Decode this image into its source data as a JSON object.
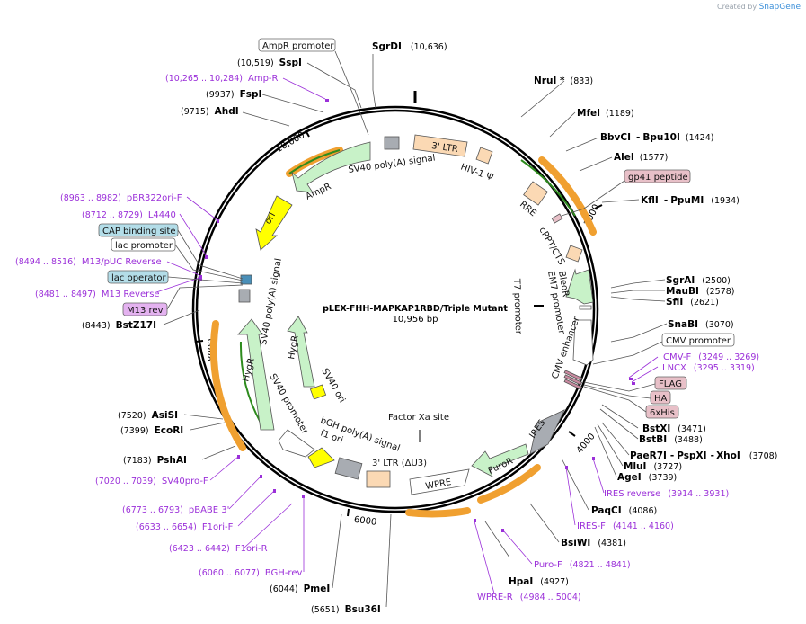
{
  "credit": {
    "prefix": "Created by",
    "brand": "SnapGene"
  },
  "title": "pLEX-FHH-MAPKAP1RBD/Triple Mutant",
  "size": "10,956 bp",
  "ticks": [
    "2000",
    "4000",
    "6000",
    "8000",
    "10,000"
  ],
  "enzymes": [
    {
      "name": "SgrDI",
      "pos": "(10,636)"
    },
    {
      "name": "SspI",
      "pos": "(10,519)"
    },
    {
      "name": "FspI",
      "pos": "(9937)"
    },
    {
      "name": "AhdI",
      "pos": "(9715)"
    },
    {
      "name": "NruI *",
      "pos": "(833)"
    },
    {
      "name": "MfeI",
      "pos": "(1189)"
    },
    {
      "name": "BbvCI",
      "sep": "-",
      "name2": "Bpu10I",
      "pos": "(1424)"
    },
    {
      "name": "AleI",
      "pos": "(1577)"
    },
    {
      "name": "KflI",
      "sep": "-",
      "name2": "PpuMI",
      "pos": "(1934)"
    },
    {
      "name": "SgrAI",
      "pos": "(2500)"
    },
    {
      "name": "MauBI",
      "pos": "(2578)"
    },
    {
      "name": "SfiI",
      "pos": "(2621)"
    },
    {
      "name": "SnaBI",
      "pos": "(3070)"
    },
    {
      "name": "BstXI",
      "pos": "(3471)"
    },
    {
      "name": "BstBI",
      "pos": "(3488)"
    },
    {
      "name": "PaeR7I",
      "sep": "-",
      "name2": "PspXI",
      "sep2": "-",
      "name3": "XhoI",
      "pos": "(3708)"
    },
    {
      "name": "MluI",
      "pos": "(3727)"
    },
    {
      "name": "AgeI",
      "pos": "(3739)"
    },
    {
      "name": "PaqCI",
      "pos": "(4086)"
    },
    {
      "name": "BsiWI",
      "pos": "(4381)"
    },
    {
      "name": "HpaI",
      "pos": "(4927)"
    },
    {
      "name": "Bsu36I",
      "pos": "(5651)"
    },
    {
      "name": "PmeI",
      "pos": "(6044)"
    },
    {
      "name": "PshAI",
      "pos": "(7183)"
    },
    {
      "name": "EcoRI",
      "pos": "(7399)"
    },
    {
      "name": "AsiSI",
      "pos": "(7520)"
    },
    {
      "name": "BstZ17I",
      "pos": "(8443)"
    }
  ],
  "primers": [
    {
      "name": "Amp-R",
      "pos": "(10,265 .. 10,284)"
    },
    {
      "name": "pBR322ori-F",
      "pos": "(8963 .. 8982)"
    },
    {
      "name": "L4440",
      "pos": "(8712 .. 8729)"
    },
    {
      "name": "M13/pUC Reverse",
      "pos": "(8494 .. 8516)"
    },
    {
      "name": "M13 Reverse",
      "pos": "(8481 .. 8497)"
    },
    {
      "name": "CMV-F",
      "pos": "(3249 .. 3269)"
    },
    {
      "name": "LNCX",
      "pos": "(3295 .. 3319)"
    },
    {
      "name": "IRES reverse",
      "pos": "(3914 .. 3931)"
    },
    {
      "name": "IRES-F",
      "pos": "(4141 .. 4160)"
    },
    {
      "name": "Puro-F",
      "pos": "(4821 .. 4841)"
    },
    {
      "name": "WPRE-R",
      "pos": "(4984 .. 5004)"
    },
    {
      "name": "SV40pro-F",
      "pos": "(7020 .. 7039)"
    },
    {
      "name": "pBABE 3'",
      "pos": "(6773 .. 6793)"
    },
    {
      "name": "F1ori-F",
      "pos": "(6633 .. 6654)"
    },
    {
      "name": "F1ori-R",
      "pos": "(6423 .. 6442)"
    },
    {
      "name": "BGH-rev",
      "pos": "(6060 .. 6077)"
    }
  ],
  "boxed": {
    "ampr_promoter": "AmpR promoter",
    "gp41": "gp41 peptide",
    "cmv_promoter": "CMV promoter",
    "flag": "FLAG",
    "ha": "HA",
    "his": "6xHis",
    "cap": "CAP binding site",
    "lac_promoter": "lac promoter",
    "lac_operator": "lac operator",
    "m13rev": "M13 rev"
  },
  "features": {
    "sv40_polya_1": "SV40 poly(A) signal",
    "ampr": "AmpR",
    "ori": "ori",
    "ltr3": "3' LTR",
    "hiv_psi": "HIV-1 Ψ",
    "rre": "RRE",
    "cppt": "cPPT/CTS",
    "bleor": "BleoR",
    "em7": "EM7 promoter",
    "t7": "T7 promoter",
    "cmv_enh": "CMV enhancer",
    "sv40_polya_2": "SV40 poly(A) signal",
    "hygr_inner": "HygR",
    "sv40_ori": "SV40 ori",
    "hygr": "HygR",
    "sv40_promoter": "SV40 promoter",
    "bgh": "bGH poly(A) signal",
    "f1": "f1 ori",
    "ltr3_du3": "3' LTR (ΔU3)",
    "factor_xa": "Factor Xa site",
    "ires": "IRES",
    "puror": "PuroR",
    "wpre": "WPRE"
  },
  "colors": {
    "primer": "#9b30d9",
    "feature_green": "#c8f2c8",
    "feature_yellow": "#ffff00",
    "feature_peach": "#fbd9b4",
    "feature_gray": "#a8acb2",
    "orf_orange": "#f0a030",
    "orf_green": "#2e8b1e",
    "box_blue": "#b3dde8",
    "box_pink": "#e8c0c8",
    "box_purple": "#e4b2f0"
  }
}
